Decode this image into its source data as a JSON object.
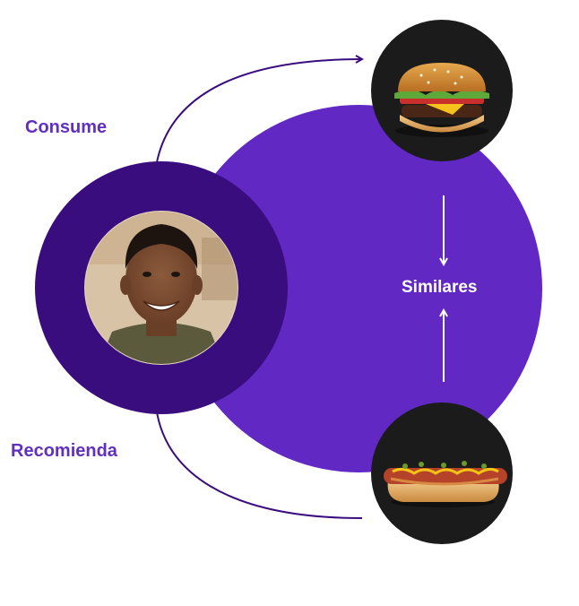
{
  "labels": {
    "consume": "Consume",
    "recomienda": "Recomienda",
    "similares": "Similares"
  },
  "nodes": {
    "user": "person-photo",
    "item_top": "burger",
    "item_bottom": "hot-dog"
  },
  "colors": {
    "accent_purple": "#6228c4",
    "dark_purple": "#3a0d7e",
    "label_purple": "#6230bf",
    "food_bg": "#1b1b1b",
    "text_white": "#ffffff"
  }
}
